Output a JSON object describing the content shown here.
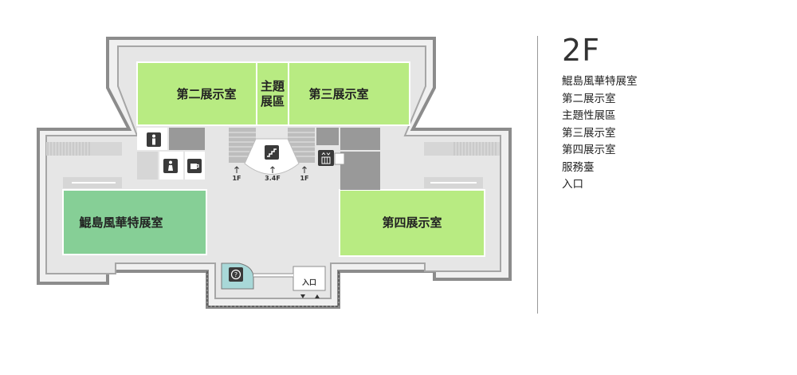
{
  "floor": "2F",
  "legend": [
    "鯤島風華特展室",
    "第二展示室",
    "主題性展區",
    "第三展示室",
    "第四展示室",
    "服務臺",
    "入口"
  ],
  "rooms": {
    "room2": "第二展示室",
    "theme_line1": "主題",
    "theme_line2": "展區",
    "room3": "第三展示室",
    "special": "鯤島風華特展室",
    "room4": "第四展示室"
  },
  "markers": {
    "to_1f_left": "1F",
    "to_34f": "3.4F",
    "to_1f_right": "1F",
    "entrance": "入口"
  },
  "colors": {
    "exhibit": "#b8eb82",
    "special": "#86cf96",
    "service": "#a8d8d8",
    "facility": "#999999",
    "wall": "#8c8c8c",
    "floor": "#e6e6e6"
  },
  "icons": [
    "toilet-icon",
    "accessible-toilet-icon",
    "cafe-icon",
    "stairs-icon",
    "elevator-icon",
    "information-icon"
  ]
}
